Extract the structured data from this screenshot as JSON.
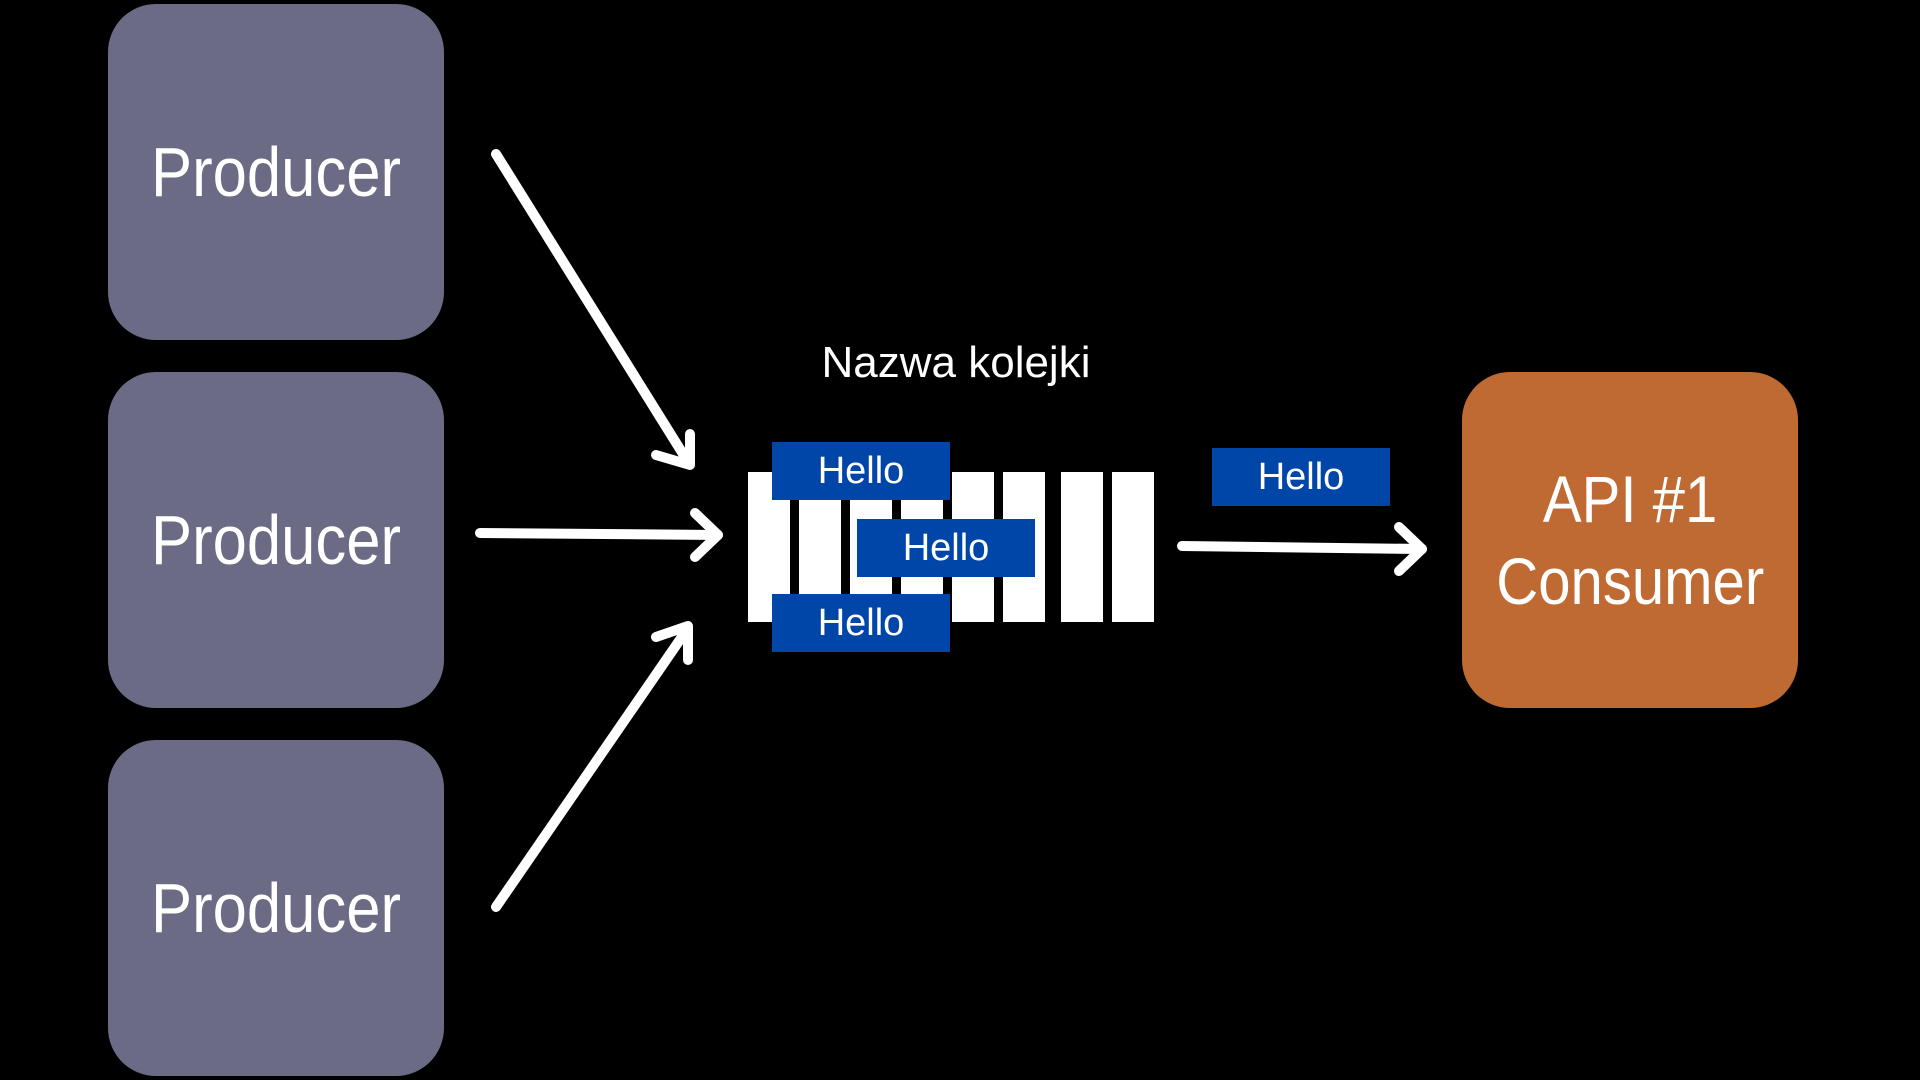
{
  "producers": [
    {
      "label": "Producer"
    },
    {
      "label": "Producer"
    },
    {
      "label": "Producer"
    }
  ],
  "queue": {
    "title": "Nazwa kolejki",
    "messages": [
      "Hello",
      "Hello",
      "Hello"
    ]
  },
  "outgoing_message": "Hello",
  "consumer": {
    "line1": "API #1",
    "line2": "Consumer"
  },
  "colors": {
    "background": "#000000",
    "producer": "#6b6b85",
    "consumer": "#c06a33",
    "message": "#0046a8",
    "arrow": "#ffffff"
  }
}
